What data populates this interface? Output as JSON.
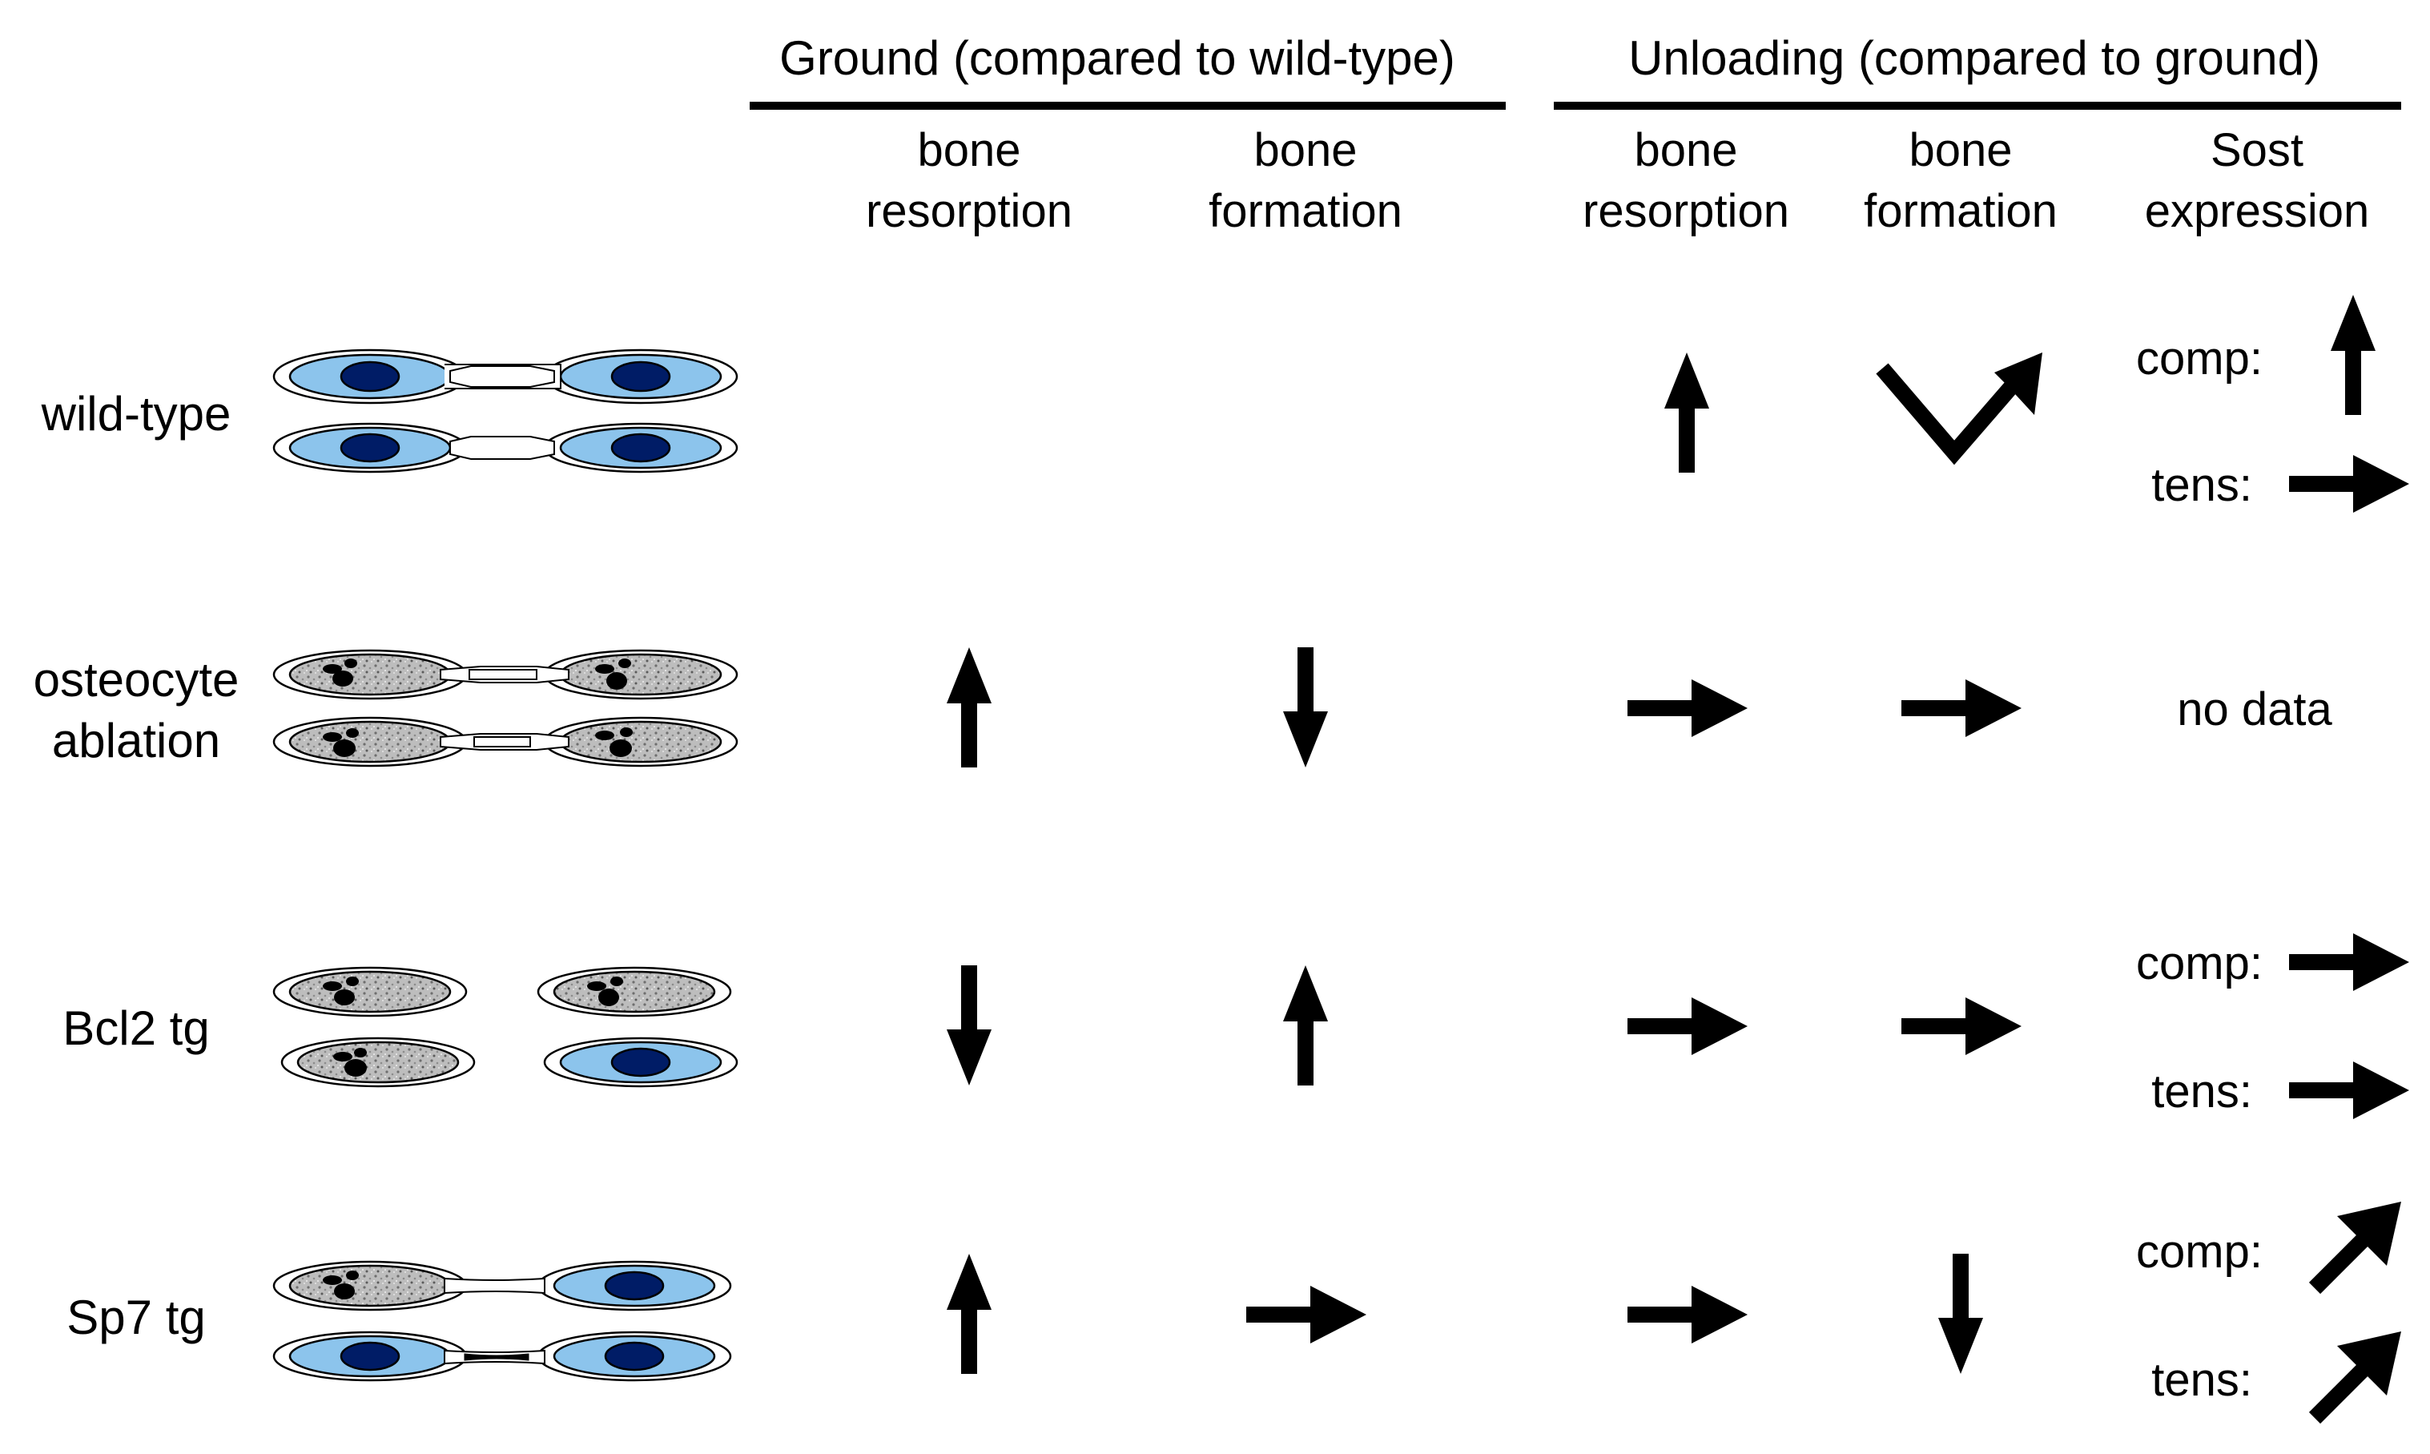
{
  "headers": {
    "ground": "Ground (compared to wild-type)",
    "unloading": "Unloading (compared to ground)"
  },
  "columns": [
    {
      "line1": "bone",
      "line2": "resorption"
    },
    {
      "line1": "bone",
      "line2": "formation"
    },
    {
      "line1": "bone",
      "line2": "resorption"
    },
    {
      "line1": "bone",
      "line2": "formation"
    },
    {
      "line1": "Sost",
      "line2": "expression"
    }
  ],
  "rows": [
    {
      "line1": "wild-type",
      "line2": ""
    },
    {
      "line1": "osteocyte",
      "line2": "ablation"
    },
    {
      "line1": "Bcl2 tg",
      "line2": ""
    },
    {
      "line1": "Sp7 tg",
      "line2": ""
    }
  ],
  "sost_labels": {
    "comp": "comp:",
    "tens": "tens:"
  },
  "no_data": "no data",
  "effects": {
    "wild_type": {
      "ground_resorption": "",
      "ground_formation": "",
      "unload_resorption": "up",
      "unload_formation": "down-then-up",
      "sost_comp": "up",
      "sost_tens": "unchanged"
    },
    "osteocyte_ablation": {
      "ground_resorption": "up",
      "ground_formation": "down",
      "unload_resorption": "unchanged",
      "unload_formation": "unchanged",
      "sost": "no data"
    },
    "bcl2_tg": {
      "ground_resorption": "down",
      "ground_formation": "up",
      "unload_resorption": "unchanged",
      "unload_formation": "unchanged",
      "sost_comp": "unchanged",
      "sost_tens": "unchanged"
    },
    "sp7_tg": {
      "ground_resorption": "up",
      "ground_formation": "unchanged",
      "unload_resorption": "unchanged",
      "unload_formation": "down",
      "sost_comp": "up-right",
      "sost_tens": "up-right"
    }
  },
  "colors": {
    "cell_body": "#8cc4ec",
    "nucleus": "#001c66",
    "dead_cell": "#c8c8c8",
    "arrow": "#000000"
  },
  "icons": [
    "osteocyte-pair-icon",
    "ablated-osteocyte-pair-icon",
    "bcl2-osteocyte-group-icon",
    "sp7-osteocyte-group-icon"
  ]
}
